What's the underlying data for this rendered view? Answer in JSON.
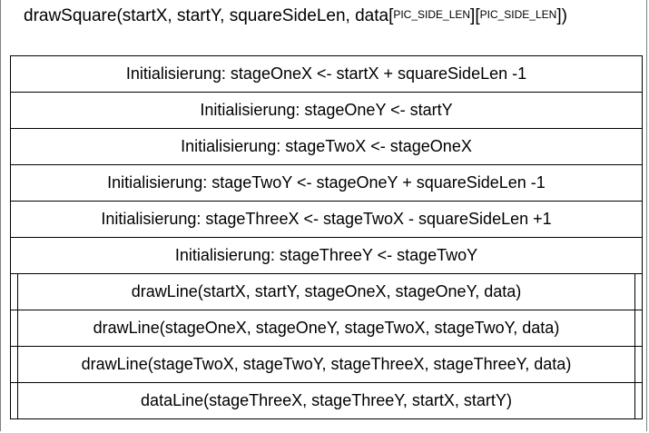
{
  "header": {
    "signature_prefix": "drawSquare(startX, startY, squareSideLen, data",
    "array_dim_1": "PIC_SIDE_LEN",
    "array_dim_2": "PIC_SIDE_LEN",
    "signature_suffix": ")"
  },
  "steps": [
    "Initialisierung: stageOneX <- startX + squareSideLen -1",
    "Initialisierung: stageOneY <- startY",
    "Initialisierung: stageTwoX <- stageOneX",
    "Initialisierung: stageTwoY <- stageOneY + squareSideLen -1",
    "Initialisierung: stageThreeX <- stageTwoX - squareSideLen +1",
    "Initialisierung: stageThreeY <- stageTwoY"
  ],
  "calls": [
    "drawLine(startX, startY, stageOneX, stageOneY, data)",
    "drawLine(stageOneX, stageOneY, stageTwoX, stageTwoY, data)",
    "drawLine(stageTwoX, stageTwoY, stageThreeX, stageThreeY, data)",
    "dataLine(stageThreeX, stageThreeY, startX, startY)"
  ]
}
